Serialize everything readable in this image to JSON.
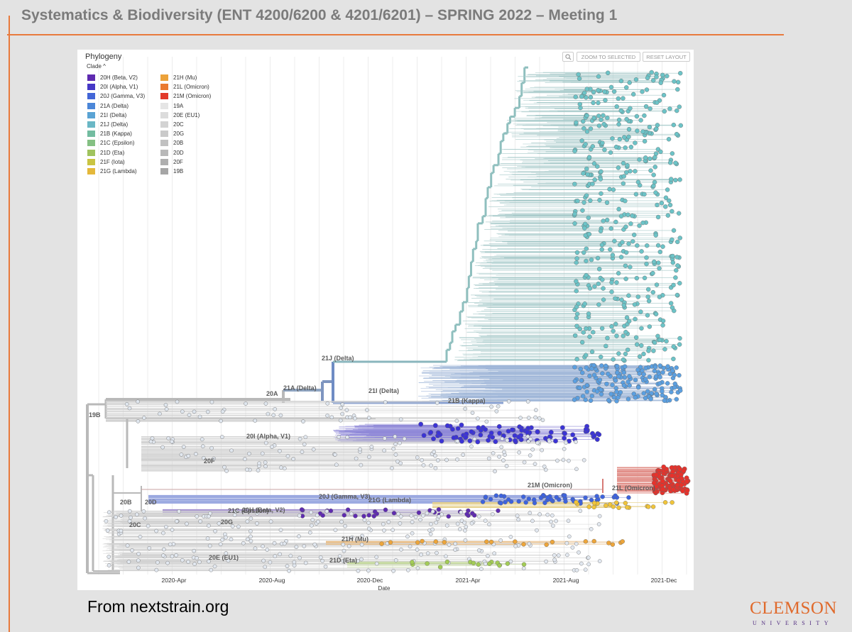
{
  "slide": {
    "title": "Systematics & Biodiversity (ENT 4200/6200 & 4201/6201) – SPRING 2022 – Meeting 1",
    "source_note": "From nextstrain.org",
    "logo": {
      "word": "CLEMSON",
      "sub": "UNIVERSITY"
    }
  },
  "panel": {
    "title": "Phylogeny",
    "clade_toggle": "Clade ^",
    "buttons": {
      "zoom_selected": "ZOOM TO SELECTED",
      "reset_layout": "RESET LAYOUT"
    },
    "icons": {
      "search": "magnifier-icon",
      "chevron": "chevron-up-icon"
    }
  },
  "legend": {
    "left": [
      {
        "label": "20H (Beta, V2)",
        "color": "#5e2ab0"
      },
      {
        "label": "20I (Alpha, V1)",
        "color": "#4538c6"
      },
      {
        "label": "20J (Gamma, V3)",
        "color": "#4265d7"
      },
      {
        "label": "21A (Delta)",
        "color": "#4b86d8"
      },
      {
        "label": "21I (Delta)",
        "color": "#5aa3d4"
      },
      {
        "label": "21J (Delta)",
        "color": "#6ab7c5"
      },
      {
        "label": "21B (Kappa)",
        "color": "#72bca0"
      },
      {
        "label": "21C (Epsilon)",
        "color": "#84c083"
      },
      {
        "label": "21D (Eta)",
        "color": "#a0c35e"
      },
      {
        "label": "21F (Iota)",
        "color": "#c9c442"
      },
      {
        "label": "21G (Lambda)",
        "color": "#e4b83a"
      }
    ],
    "right": [
      {
        "label": "21H (Mu)",
        "color": "#eca23a"
      },
      {
        "label": "21L (Omicron)",
        "color": "#ea7a30"
      },
      {
        "label": "21M (Omicron)",
        "color": "#e23a2a"
      },
      {
        "label": "19A",
        "color": "#e5e5e5"
      },
      {
        "label": "20E (EU1)",
        "color": "#dcdcdc"
      },
      {
        "label": "20C",
        "color": "#d3d3d3"
      },
      {
        "label": "20G",
        "color": "#cacaca"
      },
      {
        "label": "20B",
        "color": "#c1c1c1"
      },
      {
        "label": "20D",
        "color": "#b8b8b8"
      },
      {
        "label": "20F",
        "color": "#afafaf"
      },
      {
        "label": "19B",
        "color": "#a6a6a6"
      }
    ]
  },
  "axis": {
    "ticks": [
      "2020-Apr",
      "2020-Aug",
      "2020-Dec",
      "2021-Apr",
      "2021-Aug",
      "2021-Dec"
    ],
    "label": "Date"
  },
  "clade_labels": [
    "19B",
    "20A",
    "21A (Delta)",
    "21J (Delta)",
    "21I (Delta)",
    "21B (Kappa)",
    "20I (Alpha, V1)",
    "20F",
    "20B",
    "20D",
    "21M (Omicron)",
    "21L (Omicron)",
    "20J (Gamma, V3)",
    "21G (Lambda)",
    "21C (Epsilon)",
    "20H (Beta, V2)",
    "20C",
    "20G",
    "21H (Mu)",
    "20E (EU1)",
    "21D (Eta)"
  ],
  "colors": {
    "accent": "#e87a3d",
    "tree_gray": "#b8b8b8",
    "delta_teal": "#6cc3c7",
    "omicron_red": "#e8312a",
    "alpha_blue": "#3b33d6"
  }
}
